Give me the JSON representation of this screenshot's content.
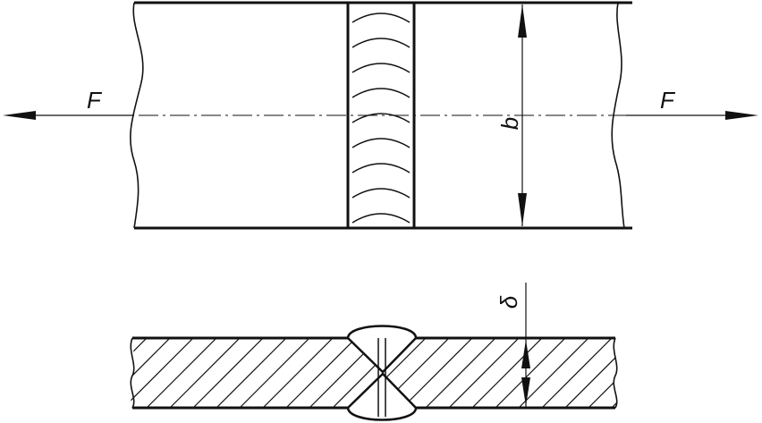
{
  "labels": {
    "force_left": "F",
    "force_right": "F",
    "width": "b",
    "thickness": "δ"
  },
  "colors": {
    "line": "#111111",
    "background": "#ffffff"
  }
}
